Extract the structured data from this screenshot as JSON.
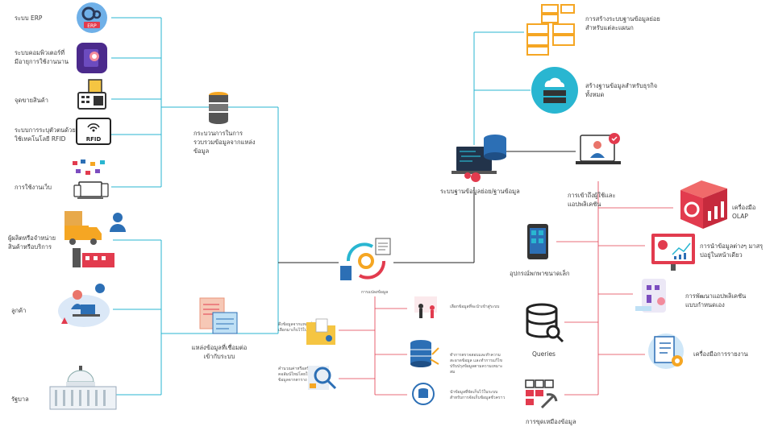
{
  "left_sources": [
    {
      "label": "ระบบ ERP",
      "icon": "erp-gear-icon"
    },
    {
      "label": "ระบบคอมพิวเตอร์ที่มีอายุการใช้งานนาน",
      "icon": "legacy-computer-icon"
    },
    {
      "label": "จุดขายสินค้า",
      "icon": "cash-register-icon"
    },
    {
      "label": "ระบบการระบุตัวตนด้วยใช้เทคโนโลยี RFID",
      "icon": "rfid-icon"
    },
    {
      "label": "การใช้งานเว็บ",
      "icon": "web-devices-icon"
    },
    {
      "label": "ผู้ผลิตหรือจำหน่ายสินค้าหรือบริการ",
      "icon": "supplier-truck-icon"
    },
    {
      "label": "ลูกค้า",
      "icon": "customer-icon"
    },
    {
      "label": "รัฐบาล",
      "icon": "government-building-icon"
    }
  ],
  "collect_label": "กระบวนการในการรวบรวมข้อมูลจากแหล่งข้อมูล",
  "external_label": "แหล่งข้อมูลที่เชื่อมต่อเข้ากับระบบ",
  "warehouse_label": "ระบบฐานข้อมูลย่อย/ฐานข้อมูล",
  "access_label": "การเข้าถึงผู้ใช้และแอปพลิเคชัน",
  "top_right": [
    {
      "label": "การสร้างระบบฐานข้อมูลย่อยสำหรับแต่ละแผนก",
      "icon": "server-rack-icon"
    },
    {
      "label": "สร้างฐานข้อมูลสำหรับธุรกิจทั้งหมด",
      "icon": "cloud-server-icon"
    }
  ],
  "processing": {
    "title": "การแปลงข้อมูล",
    "left_items": [
      "ดึงข้อมูลจากแหล่งที่เลือกมาเก็บไว้ในระบบ",
      "คำนวณค่าหรือสร้างคอลัมน์ใหม่โดยใช้ข้อมูลจากตาราง"
    ],
    "right_items": [
      "เลือกข้อมูลที่จะนำเข้าสู่ระบบ",
      "ทำการตรวจสอบและทำความสะอาดข้อมูล และทำการแก้ไขปรับปรุงข้อมูลตามความเหมาะสม",
      "นำข้อมูลที่จัดเก็บไว้ในระบบสำหรับการจัดเก็บข้อมูลชั่วคราว"
    ]
  },
  "devices_label": "อุปกรณ์พกพาขนาดเล็ก",
  "queries_label": "Queries",
  "mining_label": "การขุดเหมืองข้อมูล",
  "right_tools": [
    {
      "label": "เครื่องมือ OLAP",
      "icon": "olap-cube-icon"
    },
    {
      "label": "การนำข้อมูลต่างๆ มาสรุปอยู่ในหน้าเดียว",
      "icon": "dashboard-icon"
    },
    {
      "label": "การพัฒนาแอปพลิเคชันแบบกำหนดเอง",
      "icon": "custom-app-icon"
    },
    {
      "label": "เครื่องมือการรายงาน",
      "icon": "report-icon"
    }
  ],
  "colors": {
    "cyan": "#29b6d1",
    "black": "#222222",
    "red": "#e23b4e",
    "orange": "#f5a623",
    "blue": "#2c6fb5"
  }
}
